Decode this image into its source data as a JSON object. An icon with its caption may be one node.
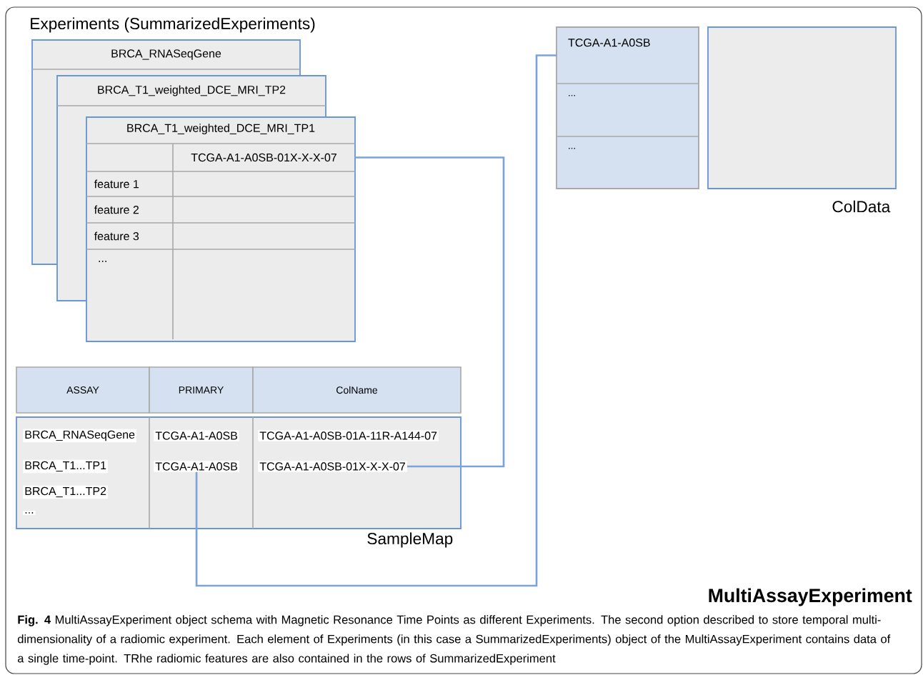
{
  "diagram": {
    "caption": "**Fig. 4** MultiAssayExperiment object schema with Magnetic Resonance Time Points as different Experiments. The second option described to store temporal multi-dimensionality of a radiomic experiment. Each element of Experiments (in this case a SummarizedExperiments) object of the MultiAssayExperiment contains data of a single time-point. TRhe radiomic features are also contained in the rows of SummarizedExperiment",
    "nodes": [
      {
        "text": [
          "BRCA_RNASeqGene"
        ]
      },
      {
        "text": [
          "BRCA_T1_weighted_DCE_MRI_TP2"
        ]
      },
      {
        "text": [
          "BRCA_T1_weighted_DCE_MRI_TP1"
        ]
      },
      {
        "text": [
          "TCGA-A1-A0SB-01X-X-X-07"
        ],
        "in": 2
      },
      {
        "text": [
          "feature 1"
        ],
        "in": 2
      },
      {
        "text": [
          "feature 2"
        ],
        "in": 2
      },
      {
        "text": [
          "feature 3"
        ],
        "in": 2
      },
      {
        "text": [
          "..."
        ],
        "in": 2
      },
      {
        "text": [],
        "shape": "box"
      },
      {
        "text": [
          "TCGA-A1-A0SB"
        ],
        "in": 8
      },
      {
        "text": [
          "..."
        ],
        "in": 8
      },
      {
        "text": [
          "..."
        ],
        "in": 8
      },
      {
        "text": [],
        "shape": "box",
        "beside": [
          "ColData"
        ]
      },
      {
        "text": [
          "ASSAY"
        ]
      },
      {
        "text": [
          "PRIMARY"
        ]
      },
      {
        "text": [
          "ColName"
        ]
      },
      {
        "text": [],
        "shape": "box",
        "beside": [
          "SampleMap"
        ]
      },
      {
        "text": [
          "BRCA_RNASeqGene"
        ],
        "in": 16
      },
      {
        "text": [
          "TCGA-A1-A0SB"
        ],
        "in": 16
      },
      {
        "text": [
          "TCGA-A1-A0SB-01A-11R-A144-07"
        ],
        "in": 16
      },
      {
        "text": [
          "BRCA_T1...TP1"
        ],
        "in": 16
      },
      {
        "text": [
          "TCGA-A1-A0SB"
        ],
        "in": 16
      },
      {
        "text": [
          "TCGA-A1-A0SB-01X-X-X-07"
        ],
        "in": 16
      },
      {
        "text": [
          "BRCA_T1...TP2"
        ],
        "in": 16
      },
      {
        "text": [
          "..."
        ],
        "in": 16
      }
    ],
    "edges": [
      {
        "from": 22,
        "to": 3,
        "arrow": "none"
      },
      {
        "from": 21,
        "to": 9,
        "arrow": "none"
      }
    ],
    "labels": [
      "Experiments (SummarizedExperiments)",
      "MultiAssayExperiment"
    ]
  }
}
